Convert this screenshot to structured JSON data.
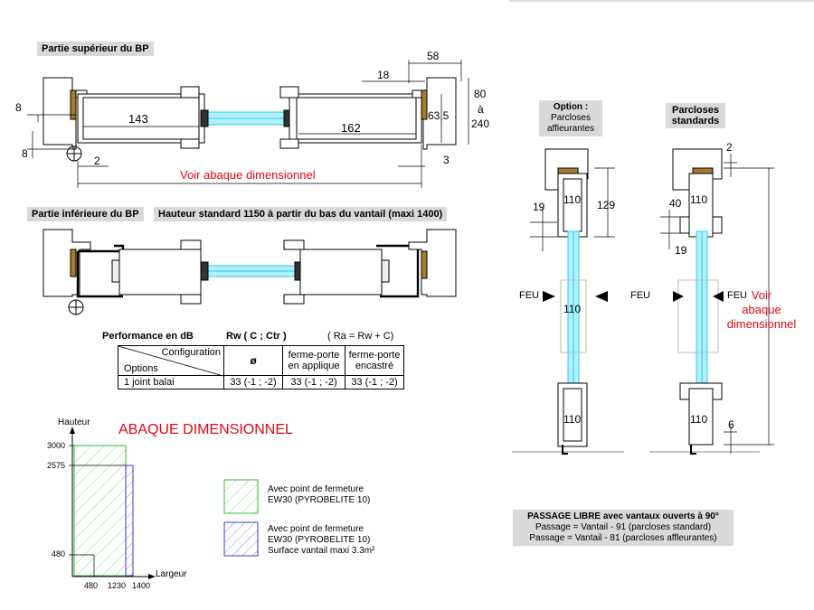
{
  "top_section": {
    "title": "Partie supérieur du BP",
    "dims": {
      "d58": "58",
      "d18": "18",
      "d80": "80",
      "da": "à",
      "d240": "240",
      "d63_5": "63,5",
      "d143": "143",
      "d162": "162",
      "d8a": "8",
      "d8b": "8",
      "d2": "2",
      "d3": "3"
    },
    "voir_abaque": "Voir abaque dimensionnel"
  },
  "bottom_section": {
    "title": "Partie inférieure du BP",
    "height_note": "Hauteur standard 1150 à partir du bas du vantail (maxi 1400)"
  },
  "performance": {
    "header_left": "Performance  en dB",
    "header_mid": "Rw  ( C ; Ctr )",
    "header_right": "( Ra =   Rw + C)",
    "config_label": "Configuration",
    "options_label": "Options",
    "columns": [
      "ø",
      "ferme-porte en applique",
      "ferme-porte encastré"
    ],
    "col2_line1": "ferme-porte",
    "col2_line2": "en applique",
    "col3_line1": "ferme-porte",
    "col3_line2": "encastré",
    "rows": [
      {
        "option": "1 joint balai",
        "v1": "33 (-1 ; -2)",
        "v2": "33 (-1 ; -2)",
        "v3": "33 (-1 ; -2)"
      }
    ]
  },
  "abaque": {
    "title": "ABAQUE DIMENSIONNEL",
    "ylabel": "Hauteur",
    "xlabel": "Largeur",
    "y_ticks": [
      "3000",
      "2575",
      "480"
    ],
    "x_ticks": [
      "480",
      "1230",
      "1400"
    ],
    "legend": [
      {
        "line1": "Avec point de fermeture",
        "line2": "EW30 (PYROBELITE 10)",
        "line3": "",
        "color": "#3ab53a"
      },
      {
        "line1": "Avec point de fermeture",
        "line2": "EW30 (PYROBELITE 10)",
        "line3": "Surface vantail maxi 3.3m²",
        "color": "#3a3acf"
      }
    ]
  },
  "right_section": {
    "option_title_1": "Option :",
    "option_title_2": "Parcloses",
    "option_title_3": "affleurantes",
    "std_title_1": "Parcloses",
    "std_title_2": "standards",
    "dims_left": {
      "d110a": "110",
      "d129": "129",
      "d19": "19",
      "d110b": "110",
      "d110c": "110"
    },
    "dims_right": {
      "d2": "2",
      "d40": "40",
      "d19": "19",
      "d110a": "110",
      "d110c": "110",
      "d6": "6"
    },
    "feu": "FEU",
    "voir_1": "Voir",
    "voir_2": "abaque",
    "voir_3": "dimensionnel"
  },
  "passage": {
    "line1": "PASSAGE LIBRE avec vantaux ouverts à 90°",
    "line2": "Passage = Vantail -  91 (parcloses standard)",
    "line3": "Passage = Vantail - 81 (parcloses affleurantes)"
  }
}
